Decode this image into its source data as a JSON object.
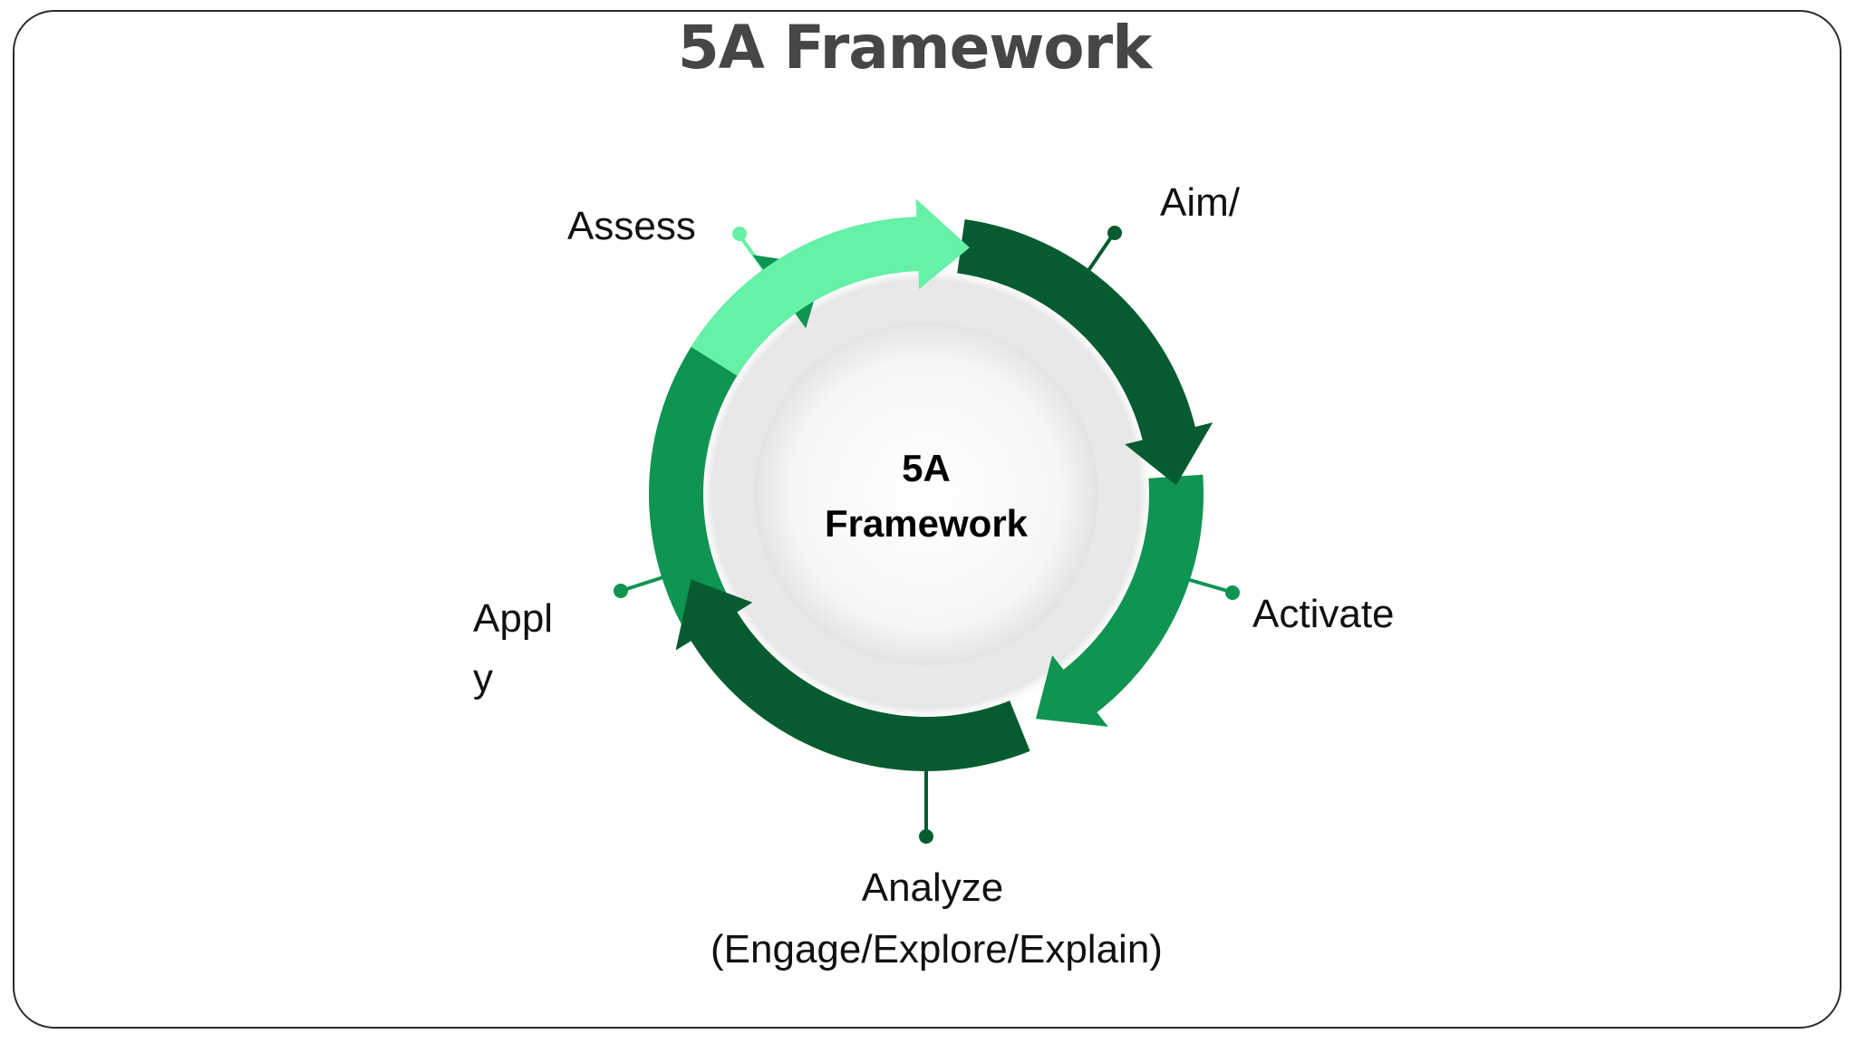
{
  "title": "5A Framework",
  "center": {
    "line1": "5A",
    "line2": "Framework"
  },
  "stages": {
    "assess": "Assess",
    "aim": "Aim/",
    "activate": "Activate",
    "analyze_line1": "Analyze",
    "analyze_line2": "(Engage/Explore/Explain)",
    "apply_line1": "Appl",
    "apply_line2": "y"
  },
  "colors": {
    "assess": "#66F0A8",
    "aim": "#065C30",
    "activate": "#0F9452",
    "analyze": "#065C30",
    "apply": "#0F9452",
    "inner_disc": "#E8E8E8",
    "title": "#464646"
  }
}
